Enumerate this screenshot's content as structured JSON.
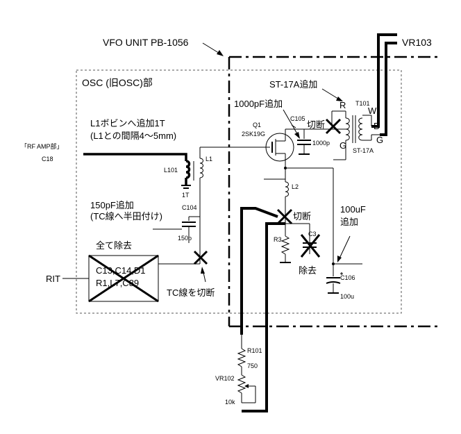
{
  "labels": {
    "vfo_unit": "VFO UNIT PB-1056",
    "vr103": "VR103",
    "osc": "OSC (旧OSC)部",
    "st17a_add": "ST-17A追加",
    "c1000_add": "1000pF追加",
    "r": "R",
    "t101": "T101",
    "w": "W",
    "b": "B",
    "g_left": "G",
    "g_right": "G",
    "st17a": "ST-17A",
    "c105": "C105",
    "cut1": "切断",
    "c1000p": "1000p",
    "q1": "Q1",
    "q1_part": "2SK19G",
    "l1_note_1": "L1ボビンへ追加1T",
    "l1_note_2": "(L1との間隔4～5mm)",
    "rf_amp": "「RF AMP部」",
    "c18": "C18",
    "l101": "L101",
    "l1": "L1",
    "one_t": "1T",
    "l2": "L2",
    "c150_note_1": "150pF追加",
    "c150_note_2": "(TC線へ半田付け)",
    "c104": "C104",
    "c150p": "150p",
    "cut2": "切断",
    "c100uf_1": "100uF",
    "c100uf_2": "追加",
    "all_remove": "全て除去",
    "parts_1": "C13,C14,D1",
    "parts_2": "R1,L7,C89",
    "rit": "RIT",
    "r3": "R3",
    "c3": "C3",
    "remove": "除去",
    "c106": "C106",
    "c100u": "100u",
    "tc_cut": "TC線を切断",
    "r101": "R101",
    "r750": "750",
    "vr102": "VR102",
    "r10k": "10k"
  }
}
